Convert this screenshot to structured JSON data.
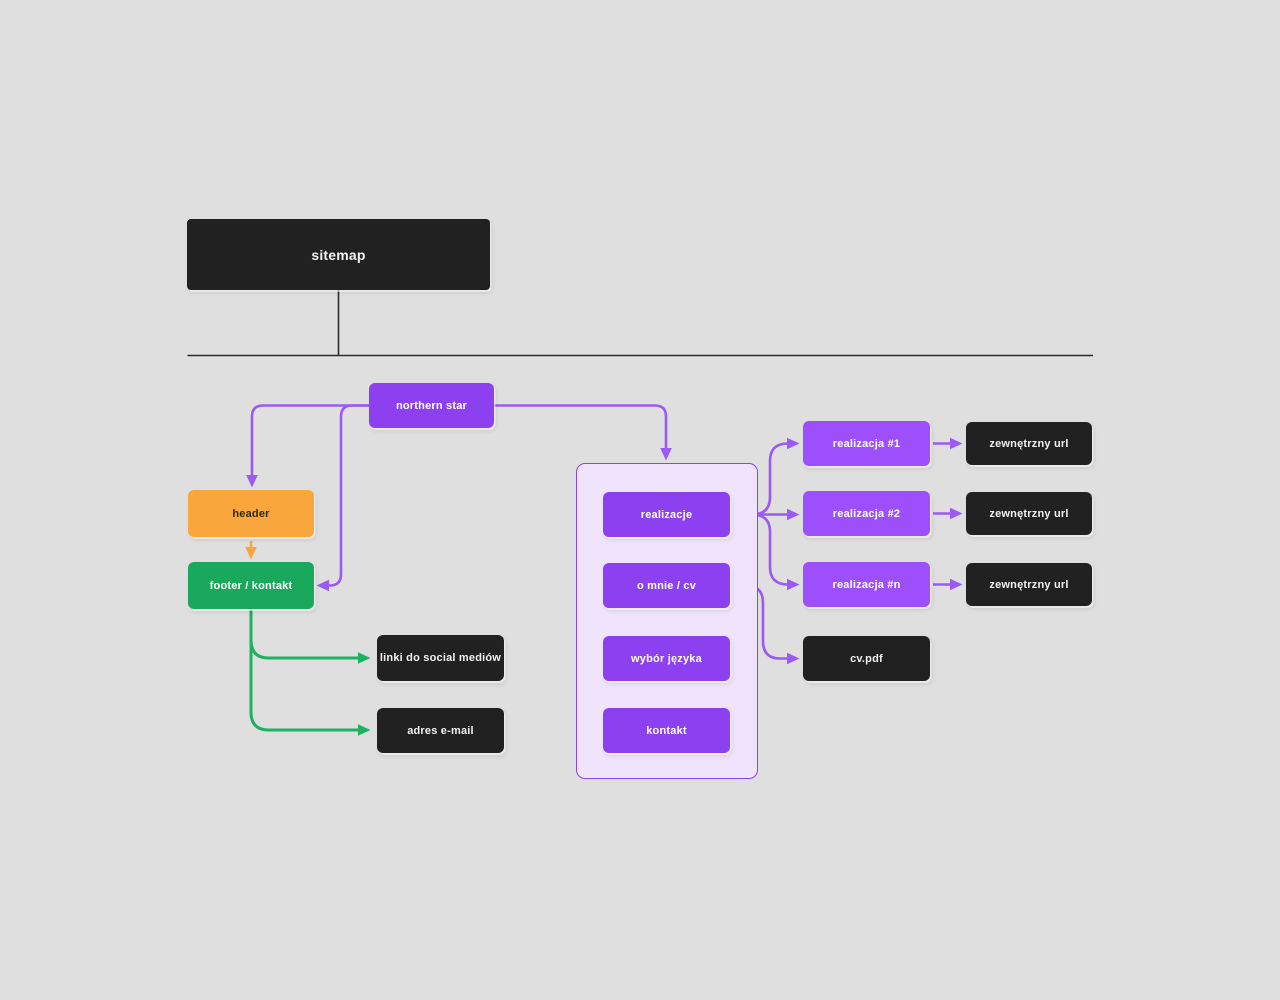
{
  "colors": {
    "bg": "#e0dfdf",
    "tree_line": "#2b2b2b",
    "dark_node": "#212121",
    "purple_box": "#8c40f0",
    "purple_light_box": "#9d4ffc",
    "purple_edge": "#9b5af3",
    "panel_fill": "#efe4fb",
    "panel_border": "#8a46e6",
    "orange": "#f9a63c",
    "green": "#1aa85c",
    "green_edge": "#1db160"
  },
  "diagram": {
    "title_node": "sitemap",
    "nodes": {
      "northern_star": "northern star",
      "header": "header",
      "footer": "footer / kontakt",
      "social_links": "linki do social mediów",
      "email": "adres e-mail",
      "realizacje": "realizacje",
      "about_cv": "o mnie / cv",
      "language": "wybór języka",
      "contact": "kontakt",
      "project_1": "realizacja #1",
      "project_2": "realizacja #2",
      "project_n": "realizacja #n",
      "external_url_1": "zewnętrzny url",
      "external_url_2": "zewnętrzny url",
      "external_url_3": "zewnętrzny url",
      "cv_pdf": "cv.pdf"
    }
  }
}
